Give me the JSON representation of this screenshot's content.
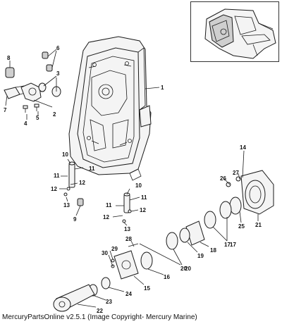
{
  "callouts": [
    "1",
    "2",
    "3",
    "4",
    "5",
    "6",
    "7",
    "8",
    "9",
    "10",
    "11",
    "12",
    "13",
    "14",
    "15",
    "16",
    "17",
    "18",
    "19",
    "20",
    "21",
    "22",
    "23",
    "24",
    "25",
    "26",
    "27",
    "28",
    "29",
    "30"
  ],
  "labels": {
    "l1": "1",
    "l2": "2",
    "l3": "3",
    "l4": "4",
    "l5": "5",
    "l6": "6",
    "l7": "7",
    "l8": "8",
    "l9": "9",
    "l10a": "10",
    "l10b": "10",
    "l11a": "11",
    "l11b": "11",
    "l11c": "11",
    "l11d": "11",
    "l12a": "12",
    "l12b": "12",
    "l12c": "12",
    "l12d": "12",
    "l13a": "13",
    "l13b": "13",
    "l14": "14",
    "l15": "15",
    "l16": "16",
    "l17a": "17",
    "l17b": "17",
    "l18": "18",
    "l19": "19",
    "l20a": "20",
    "l20b": "20",
    "l21": "21",
    "l22": "22",
    "l23": "23",
    "l24": "24",
    "l25": "25",
    "l26": "26",
    "l27": "27",
    "l28": "28",
    "l29": "29",
    "l30": "30"
  },
  "footer": {
    "copyright": "MercuryPartsOnline v2.5.1 (Image Copyright- Mercury Marine)"
  }
}
